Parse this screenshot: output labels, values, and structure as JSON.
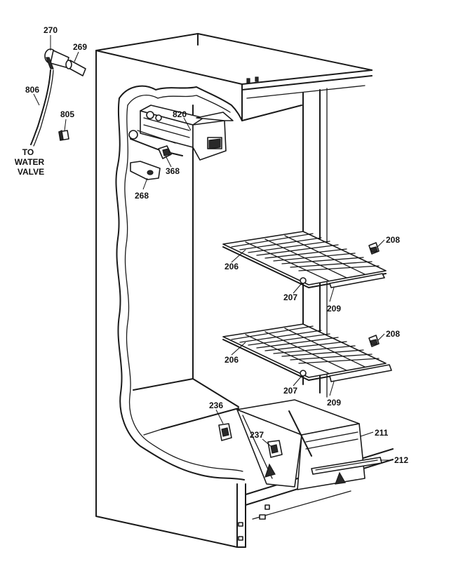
{
  "parts": {
    "p270": "270",
    "p269": "269",
    "p806": "806",
    "p805": "805",
    "p820": "820",
    "p368": "368",
    "p268": "268",
    "p208a": "208",
    "p206a": "206",
    "p207a": "207",
    "p209a": "209",
    "p208b": "208",
    "p206b": "206",
    "p207b": "207",
    "p209b": "209",
    "p236": "236",
    "p237": "237",
    "p211": "211",
    "p212": "212"
  },
  "note": {
    "line1": "TO",
    "line2": "WATER",
    "line3": "VALVE"
  }
}
